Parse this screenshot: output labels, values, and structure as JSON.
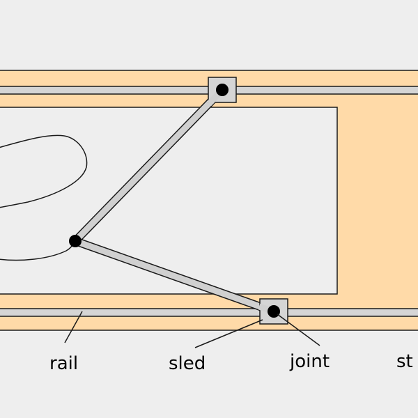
{
  "labels": {
    "rail": "rail",
    "sled": "sled",
    "joint": "joint",
    "stage_partial": "st"
  },
  "colors": {
    "background": "#eeeeee",
    "frame": "#ffdaa8",
    "rail": "#d5d5d5",
    "sled": "#d5d5d5",
    "arm": "#d0d0d0",
    "joint": "#000000",
    "outline": "#1a1a1a"
  }
}
